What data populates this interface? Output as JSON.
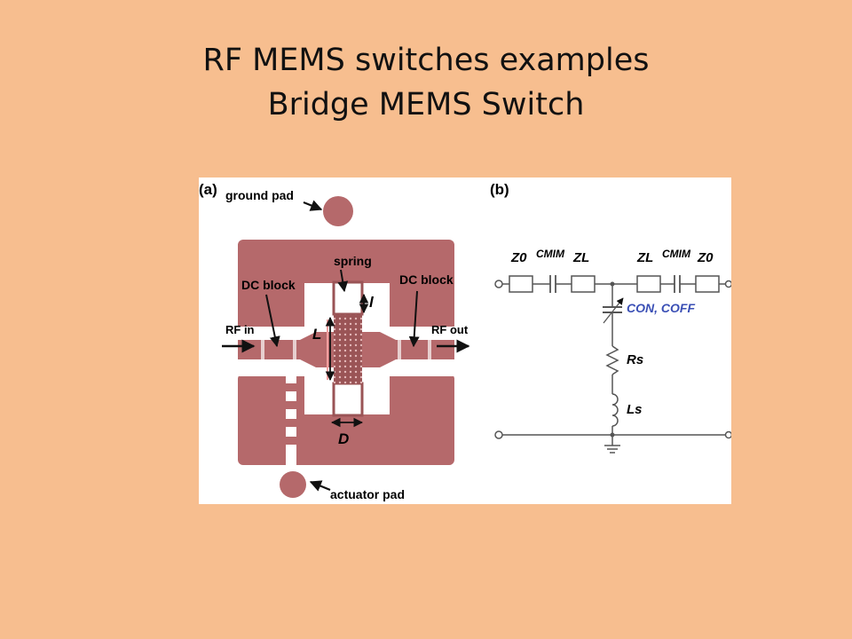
{
  "slide": {
    "title_line1": "RF MEMS switches examples",
    "title_line2": "Bridge MEMS Switch"
  },
  "figure": {
    "panel_a": {
      "label": "(a)",
      "labels": {
        "ground_pad": "ground pad",
        "spring": "spring",
        "dc_block_left": "DC block",
        "dc_block_right": "DC block",
        "rf_in": "RF in",
        "rf_out": "RF out",
        "L": "L",
        "l": "l",
        "D": "D",
        "actuator_pad": "actuator pad"
      },
      "colors": {
        "metal": "#B5696B",
        "substrate": "#FFFFFF",
        "electrode": "#9A5456"
      }
    },
    "panel_b": {
      "label": "(b)",
      "components": {
        "z0_left": "Z0",
        "cmim_left": "CMIM",
        "zl_left": "ZL",
        "zl_right": "ZL",
        "cmim_right": "CMIM",
        "z0_right": "Z0",
        "con_coff": "CON, COFF",
        "rs": "Rs",
        "ls": "Ls"
      }
    }
  }
}
